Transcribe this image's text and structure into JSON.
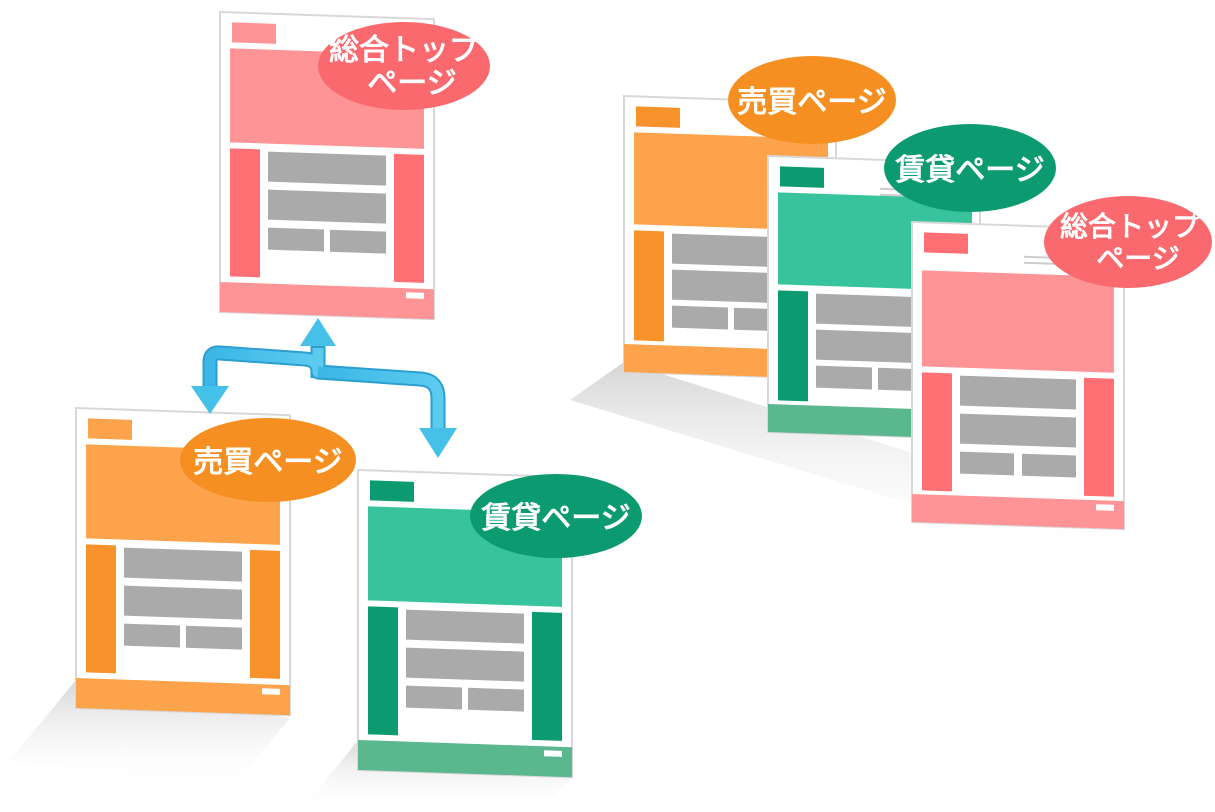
{
  "labels": {
    "top_line1": "総合トップ",
    "top_line2": "ページ",
    "sale": "売買ページ",
    "rent": "賃貸ページ"
  },
  "colors": {
    "pink_header": "#ff9497",
    "pink_side": "#ff6f73",
    "pink_label": "#f9696d",
    "orange_header": "#fca34c",
    "orange_side": "#f8922a",
    "orange_label": "#f68f22",
    "green_header": "#37c39b",
    "green_side": "#0c9a70",
    "green_label": "#0c9a70",
    "green_footer": "#5ab78e",
    "content_gray": "#aaaaaa",
    "arrow": "#45c1e9",
    "arrow_dark": "#2a9fd0"
  }
}
